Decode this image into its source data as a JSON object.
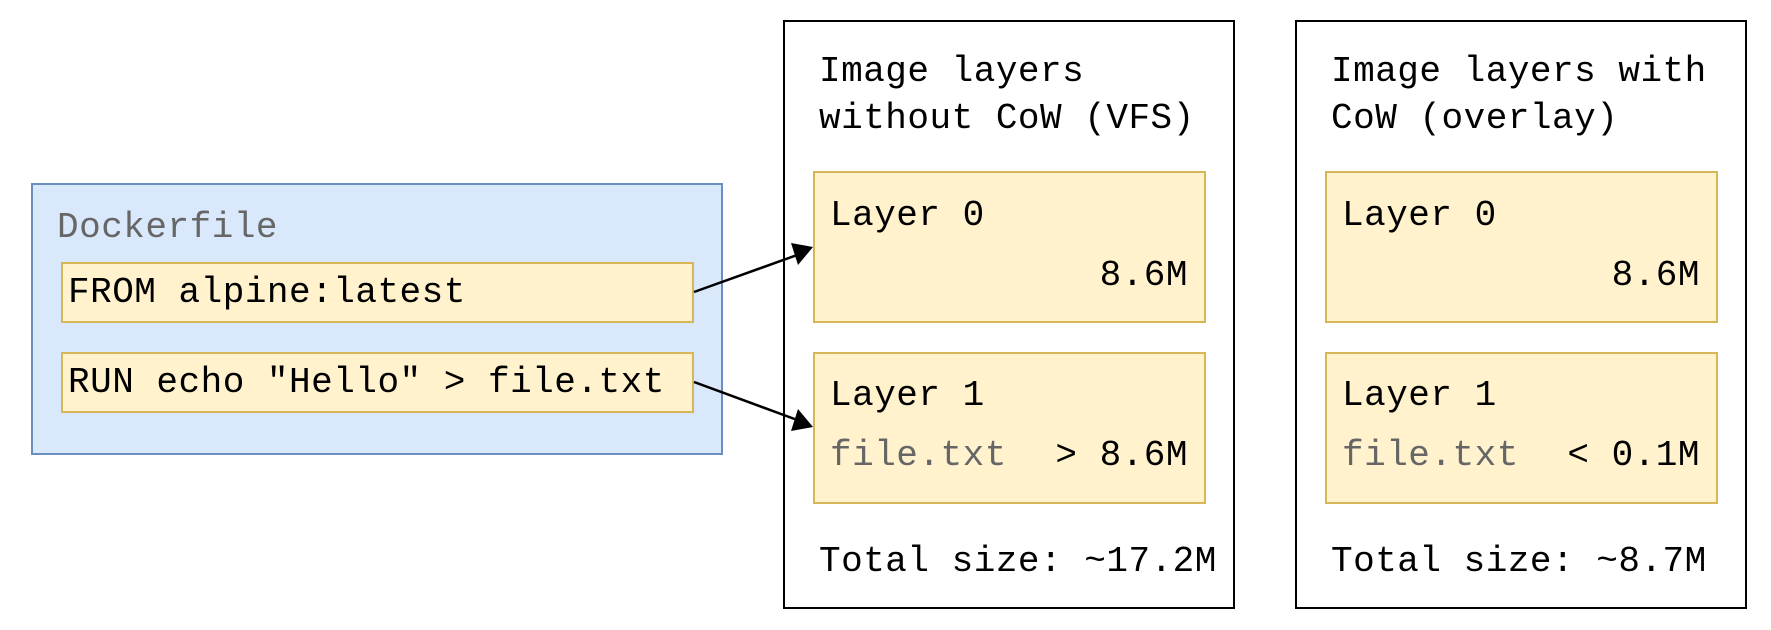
{
  "dockerfile": {
    "title": "Dockerfile",
    "instructions": [
      "FROM alpine:latest",
      "RUN echo \"Hello\" > file.txt"
    ]
  },
  "panels": [
    {
      "title": "Image layers\nwithout CoW (VFS)",
      "layers": [
        {
          "name": "Layer 0",
          "file": "",
          "size": "8.6M"
        },
        {
          "name": "Layer 1",
          "file": "file.txt",
          "size": "> 8.6M"
        }
      ],
      "total": "Total size: ~17.2M"
    },
    {
      "title": "Image layers with\nCoW (overlay)",
      "layers": [
        {
          "name": "Layer 0",
          "file": "",
          "size": "8.6M"
        },
        {
          "name": "Layer 1",
          "file": "file.txt",
          "size": "< 0.1M"
        }
      ],
      "total": "Total size: ~8.7M"
    }
  ],
  "colors": {
    "dockerfile_fill": "#dae8fc",
    "dockerfile_border": "#6c8ebf",
    "layer_fill": "#fff2cc",
    "layer_border": "#d6b656",
    "muted_text": "#666666"
  }
}
